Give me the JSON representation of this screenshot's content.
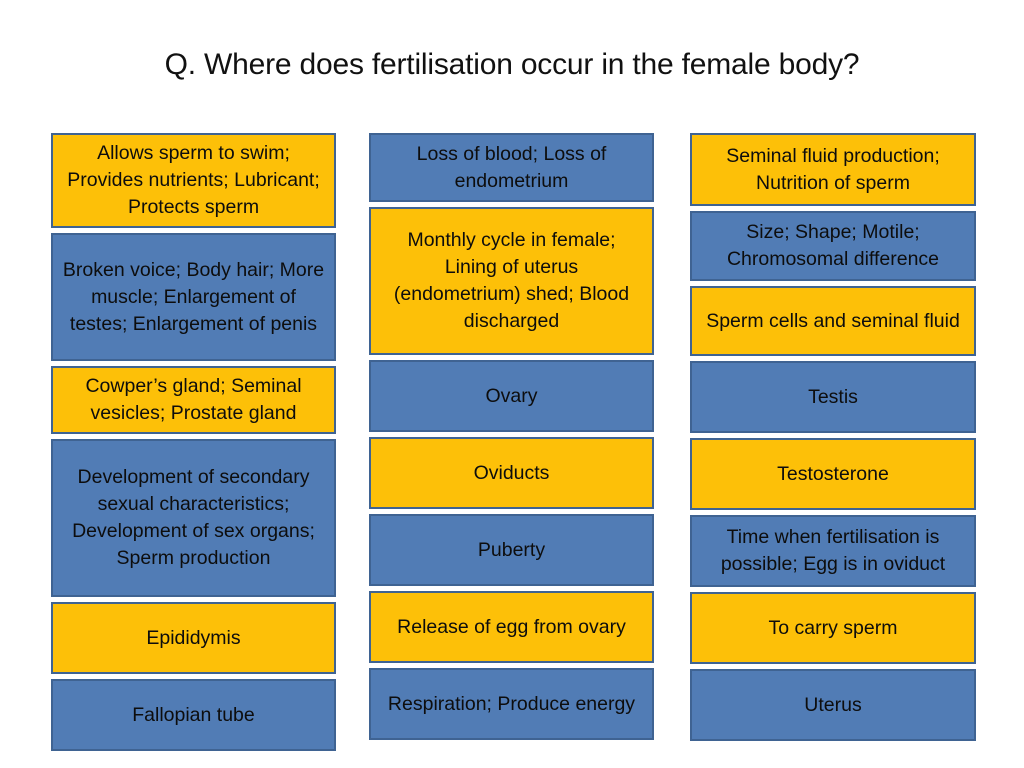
{
  "slide": {
    "title": "Q. Where does fertilisation occur in the female body?",
    "background": "#ffffff",
    "colors": {
      "yellow": "#fdc008",
      "blue": "#517cb5",
      "border": "#3f6392",
      "text": "#0d0d0d"
    }
  },
  "columns": [
    {
      "id": "column-1",
      "cards": [
        {
          "color": "yellow",
          "text": "Allows sperm to swim; Provides nutrients; Lubricant; Protects sperm",
          "height": 95
        },
        {
          "color": "blue",
          "text": "Broken voice; Body hair; More muscle; Enlargement of testes; Enlargement of penis",
          "height": 128
        },
        {
          "color": "yellow",
          "text": "Cowper’s gland; Seminal vesicles; Prostate gland",
          "height": 68
        },
        {
          "color": "blue",
          "text": "Development of secondary sexual characteristics; Development of sex organs; Sperm production",
          "height": 158
        },
        {
          "color": "yellow",
          "text": "Epididymis",
          "height": 72
        },
        {
          "color": "blue",
          "text": "Fallopian tube",
          "height": 72
        }
      ]
    },
    {
      "id": "column-2",
      "cards": [
        {
          "color": "blue",
          "text": "Loss of blood; Loss of endometrium",
          "height": 69
        },
        {
          "color": "yellow",
          "text": "Monthly cycle in female; Lining of uterus (endometrium) shed; Blood discharged",
          "height": 148
        },
        {
          "color": "blue",
          "text": "Ovary",
          "height": 72
        },
        {
          "color": "yellow",
          "text": "Oviducts",
          "height": 72
        },
        {
          "color": "blue",
          "text": "Puberty",
          "height": 72
        },
        {
          "color": "yellow",
          "text": "Release of egg from ovary",
          "height": 72
        },
        {
          "color": "blue",
          "text": "Respiration; Produce energy",
          "height": 72
        }
      ]
    },
    {
      "id": "column-3",
      "cards": [
        {
          "color": "yellow",
          "text": "Seminal fluid production; Nutrition of sperm",
          "height": 73
        },
        {
          "color": "blue",
          "text": "Size; Shape; Motile; Chromosomal difference",
          "height": 70
        },
        {
          "color": "yellow",
          "text": "Sperm cells and seminal fluid",
          "height": 70
        },
        {
          "color": "blue",
          "text": "Testis",
          "height": 72
        },
        {
          "color": "yellow",
          "text": "Testosterone",
          "height": 72
        },
        {
          "color": "blue",
          "text": "Time when fertilisation is possible; Egg is in oviduct",
          "height": 72
        },
        {
          "color": "yellow",
          "text": "To carry sperm",
          "height": 72
        },
        {
          "color": "blue",
          "text": "Uterus",
          "height": 72
        }
      ]
    }
  ]
}
